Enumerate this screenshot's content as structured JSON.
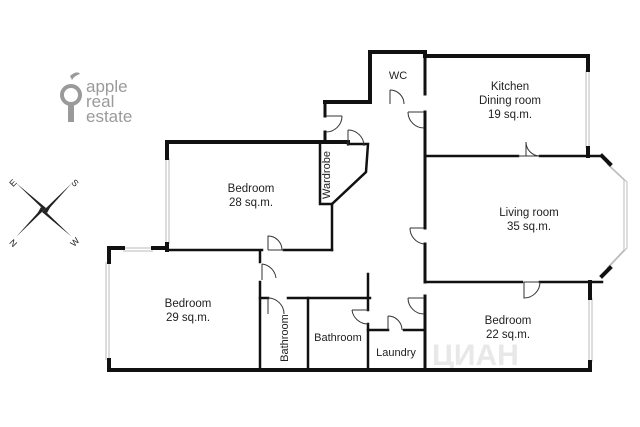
{
  "brand": {
    "words": [
      "apple",
      "real",
      "estate"
    ],
    "color": "#9a9a9a"
  },
  "watermark": "ЦИАН",
  "compass": {
    "north": "N",
    "south": "S",
    "east": "E",
    "west": "W"
  },
  "rooms": {
    "wc": {
      "name": "WC"
    },
    "kitchen": {
      "name": "Kitchen",
      "subname": "Dining room",
      "area": "19 sq.m."
    },
    "bedroom_top": {
      "name": "Bedroom",
      "area": "28 sq.m."
    },
    "wardrobe": {
      "name": "Wardrobe"
    },
    "living": {
      "name": "Living room",
      "area": "35 sq.m."
    },
    "bedroom_left": {
      "name": "Bedroom",
      "area": "29 sq.m."
    },
    "bathroom_small": {
      "name": "Bathroom"
    },
    "bathroom": {
      "name": "Bathroom"
    },
    "laundry": {
      "name": "Laundry"
    },
    "bedroom_right": {
      "name": "Bedroom",
      "area": "22 sq.m."
    }
  },
  "colors": {
    "wall": "#111111",
    "window": "#bbbbbb",
    "door": "#333333"
  }
}
